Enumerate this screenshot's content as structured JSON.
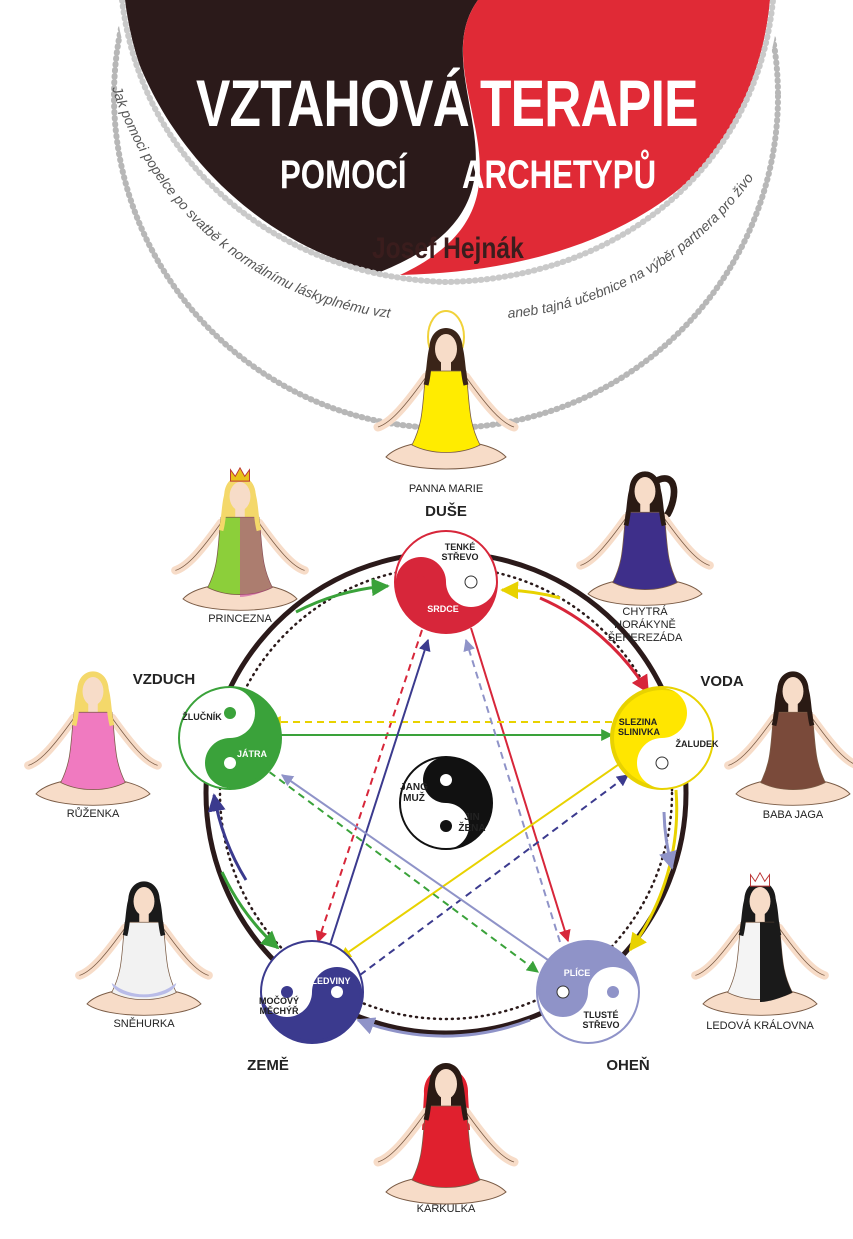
{
  "cover": {
    "title_line1_left": "VZTAHOVÁ",
    "title_line1_right": "TERAPIE",
    "title_line2_left": "POMOCÍ",
    "title_line2_right": "ARCHETYPŮ",
    "author": "Josef Hejnák",
    "arc_text_left": "Jak pomoci popelce po svatbě k normálnímu láskyplnému vztahu",
    "arc_text_right": "aneb tajná učebnice na výběr partnera pro život."
  },
  "colors": {
    "dark_half": "#2b1a1a",
    "red_half": "#e02a36",
    "fire_soul": "#d7263a",
    "water": "#ffe600",
    "wood": "#3aa23a",
    "earth": "#3b3a8e",
    "metal": "#8f93c8"
  },
  "elements": {
    "duse": "DUŠE",
    "vzduch": "VZDUCH",
    "voda": "VODA",
    "zeme": "ZEMĚ",
    "ohen": "OHEŇ"
  },
  "organs": {
    "tenke_strevo": "TENKÉ STŘEVO",
    "srdce": "SRDCE",
    "zlucnik": "ŽLUČNÍK",
    "jatra": "JÁTRA",
    "slezina_slinivka": "SLEZINA SLINIVKA",
    "zaludek": "ŽALUDEK",
    "ledviny": "LEDVINY",
    "mocovy_mechyr": "MOČOVÝ MĚCHÝŘ",
    "plice": "PLÍCE",
    "tluste_strevo": "TLUSTÉ STŘEVO"
  },
  "center": {
    "jang_muz": "JANG MUŽ",
    "jin_zena": "JIN ŽENA"
  },
  "archetypes": {
    "panna_marie": "PANNA MARIE",
    "princezna": "PRINCEZNA",
    "chytra": "CHYTRÁ HORÁKYNĚ ŠEHEREZÁDA",
    "ruzenka": "RŮŽENKA",
    "baba_jaga": "BABA JAGA",
    "snehurka": "SNĚHURKA",
    "ledova_kralovna": "LEDOVÁ KRÁLOVNA",
    "karkulka": "KARKULKA"
  }
}
